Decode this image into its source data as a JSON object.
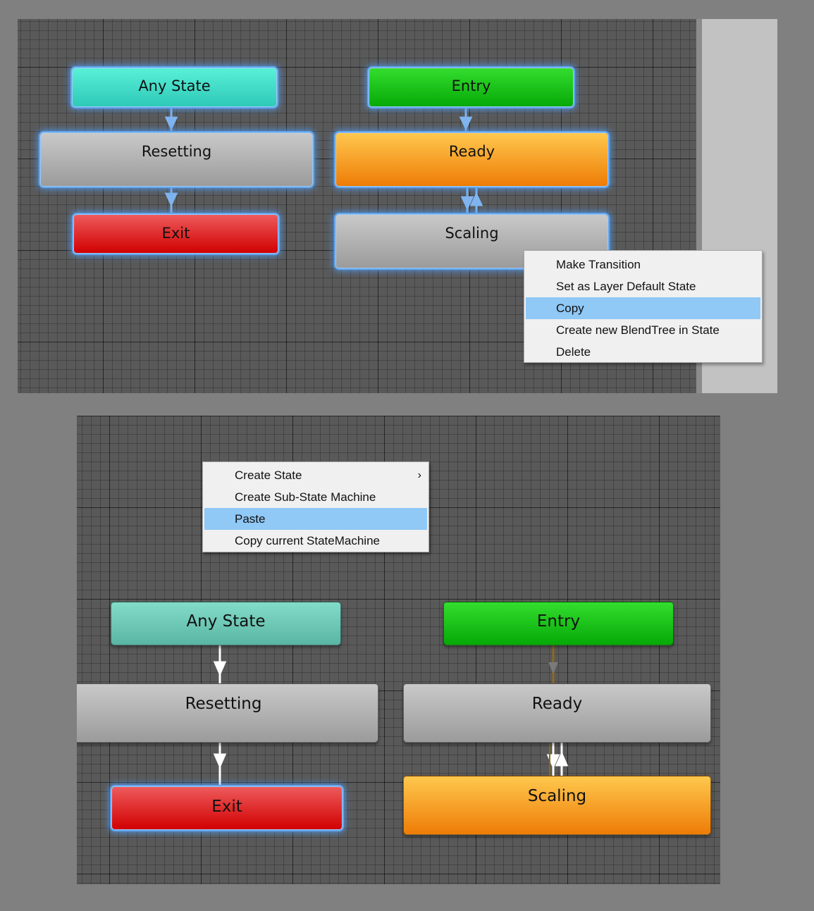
{
  "top_view": {
    "nodes": {
      "any_state": "Any State",
      "entry": "Entry",
      "resetting": "Resetting",
      "ready": "Ready",
      "exit": "Exit",
      "scaling": "Scaling"
    },
    "context_menu": {
      "items": [
        {
          "label": "Make Transition",
          "selected": false
        },
        {
          "label": "Set as Layer Default State",
          "selected": false
        },
        {
          "label": "Copy",
          "selected": true
        },
        {
          "label": "Create new BlendTree in State",
          "selected": false
        },
        {
          "label": "Delete",
          "selected": false
        }
      ]
    }
  },
  "bottom_view": {
    "nodes": {
      "any_state": "Any State",
      "entry": "Entry",
      "resetting": "Resetting",
      "ready": "Ready",
      "exit": "Exit",
      "scaling": "Scaling"
    },
    "context_menu": {
      "items": [
        {
          "label": "Create State",
          "selected": false,
          "submenu_glyph": "›"
        },
        {
          "label": "Create Sub-State Machine",
          "selected": false
        },
        {
          "label": "Paste",
          "selected": true
        },
        {
          "label": "Copy current StateMachine",
          "selected": false
        }
      ]
    }
  },
  "colors": {
    "canvas": "#595959",
    "selection_glow": "#63a6ee",
    "menu_highlight": "#90c8f6",
    "transition_selected": "#7fb4f0",
    "transition_default": "#ffffff",
    "transition_default_state": "#8a6a20",
    "any_state": "#2ec9b8",
    "entry": "#06a907",
    "default_state": "#ee7c06",
    "exit": "#d10000",
    "state": "#9b9b9b"
  }
}
